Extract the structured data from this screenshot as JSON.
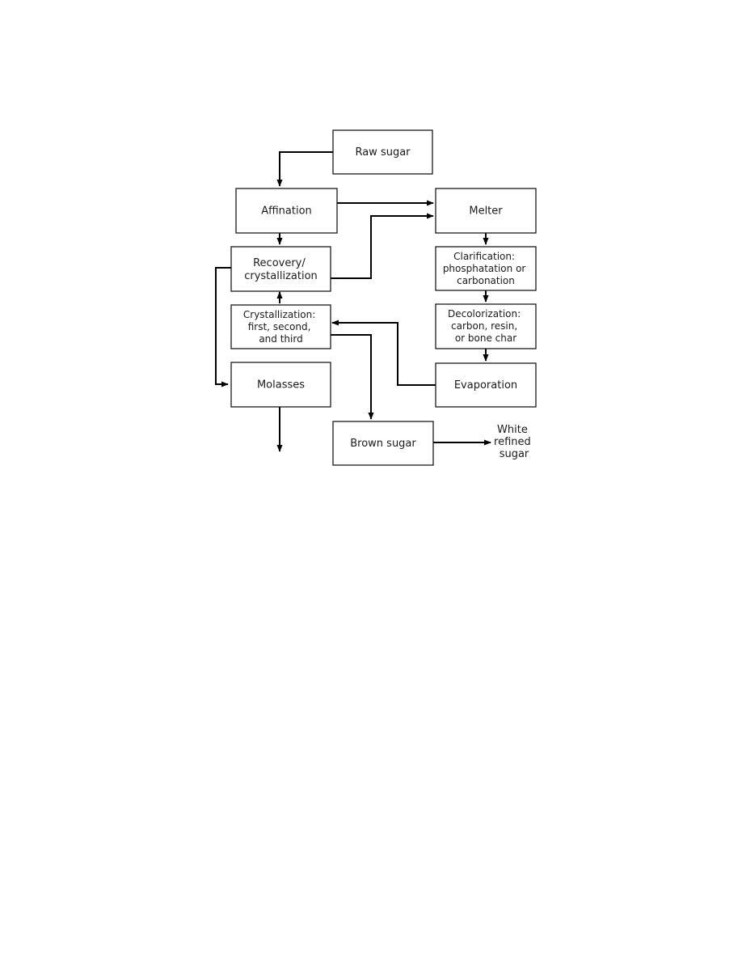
{
  "flow": {
    "nodes": {
      "raw_sugar": [
        "Raw sugar"
      ],
      "affination": [
        "Affination"
      ],
      "melter": [
        "Melter"
      ],
      "recovery": [
        "Recovery/",
        "crystallization"
      ],
      "clarification": [
        "Clarification:",
        "phosphatation or",
        "carbonation"
      ],
      "crystallization": [
        "Crystallization:",
        "first, second,",
        "and third"
      ],
      "decolorization": [
        "Decolorization:",
        "carbon, resin,",
        "or bone char"
      ],
      "molasses": [
        "Molasses"
      ],
      "evaporation": [
        "Evaporation"
      ],
      "brown_sugar": [
        "Brown sugar"
      ],
      "white_refined": [
        "White",
        "refined",
        "sugar"
      ]
    },
    "edges": [
      {
        "from": "raw_sugar",
        "to": "affination"
      },
      {
        "from": "affination",
        "to": "melter"
      },
      {
        "from": "affination",
        "to": "recovery"
      },
      {
        "from": "recovery",
        "to": "melter"
      },
      {
        "from": "recovery",
        "to": "molasses"
      },
      {
        "from": "melter",
        "to": "clarification"
      },
      {
        "from": "clarification",
        "to": "decolorization"
      },
      {
        "from": "decolorization",
        "to": "evaporation"
      },
      {
        "from": "evaporation",
        "to": "crystallization"
      },
      {
        "from": "crystallization",
        "to": "recovery"
      },
      {
        "from": "crystallization",
        "to": "brown_sugar"
      },
      {
        "from": "molasses",
        "to": ""
      },
      {
        "from": "brown_sugar",
        "to": "white_refined"
      }
    ]
  }
}
